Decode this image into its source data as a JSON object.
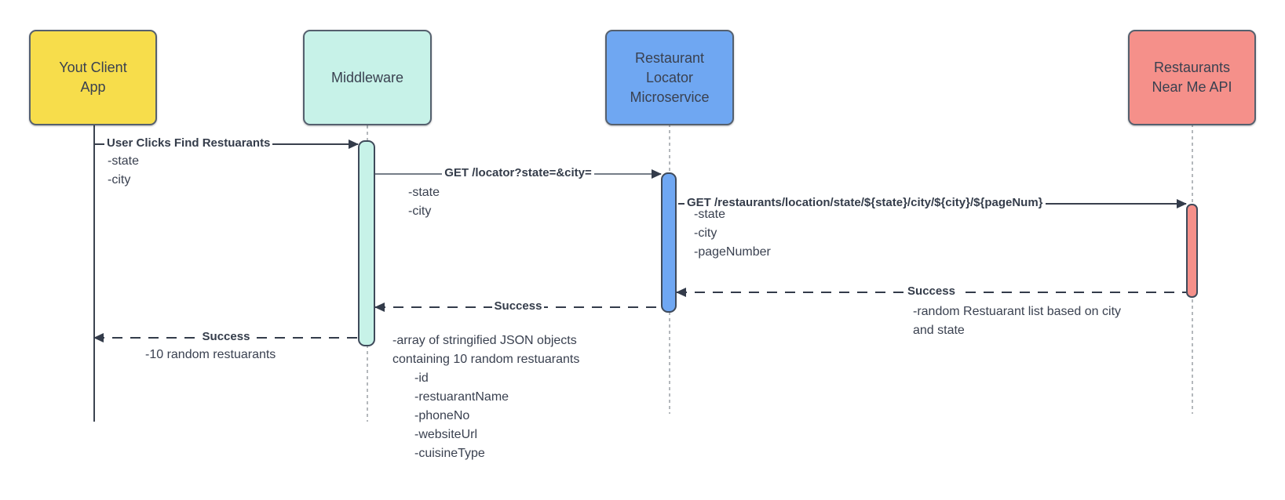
{
  "diagram": {
    "type": "sequence",
    "colors": {
      "client_fill": "#f7dd4b",
      "middleware_fill": "#c7f2e8",
      "locator_fill": "#6fa7f2",
      "api_fill": "#f5908a",
      "line_ink": "#333b4a",
      "lifeline_gray": "#b4b8bc",
      "text": "#3a4150"
    },
    "actors": [
      {
        "id": "client",
        "label": "Yout Client App"
      },
      {
        "id": "middleware",
        "label": "Middleware"
      },
      {
        "id": "locator",
        "label": "Restaurant Locator Microservice"
      },
      {
        "id": "api",
        "label": "Restaurants Near Me API"
      }
    ],
    "messages": [
      {
        "label": "User Clicks Find Restuarants",
        "type": "solid",
        "from": "client",
        "to": "middleware",
        "params": [
          "-state",
          "-city"
        ]
      },
      {
        "label": "GET /locator?state=&city=",
        "type": "solid",
        "from": "middleware",
        "to": "locator",
        "params": [
          "-state",
          "-city"
        ]
      },
      {
        "label": "GET /restaurants/location/state/${state}/city/${city}/${pageNum}",
        "type": "solid",
        "from": "locator",
        "to": "api",
        "params": [
          "-state",
          "-city",
          "-pageNumber"
        ]
      },
      {
        "label": "Success",
        "type": "dashed",
        "from": "api",
        "to": "locator",
        "note": "-random Restuarant list based on city and state"
      },
      {
        "label": "Success",
        "type": "dashed",
        "from": "locator",
        "to": "middleware",
        "note": "-array of stringified JSON objects containing 10 random restuarants",
        "fields": [
          "-id",
          "-restuarantName",
          "-phoneNo",
          "-websiteUrl",
          "-cuisineType"
        ]
      },
      {
        "label": "Success",
        "type": "dashed",
        "from": "middleware",
        "to": "client",
        "note": "-10 random restuarants"
      }
    ]
  }
}
